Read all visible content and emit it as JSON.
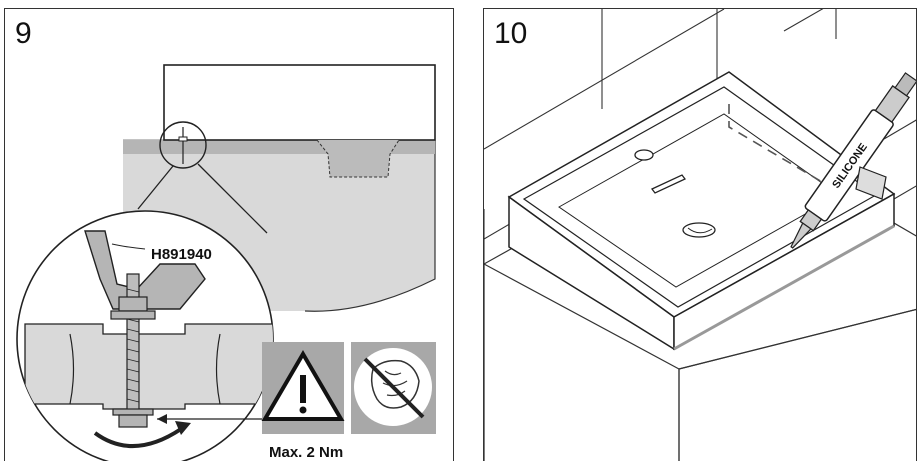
{
  "steps": [
    {
      "number": "9",
      "part_number": "H891940",
      "torque_note": "Max. 2 Nm"
    },
    {
      "number": "10",
      "sealant_label": "SILICONE"
    }
  ],
  "icons": [
    "warning-icon",
    "no-overtighten-icon",
    "tighten-arrow-icon",
    "silicone-tube-icon"
  ],
  "colors": {
    "line": "#222222",
    "countertop_gray": "#d9d9d9",
    "edge_gray": "#b5b5b5",
    "icon_bg": "#a8a8a8"
  }
}
